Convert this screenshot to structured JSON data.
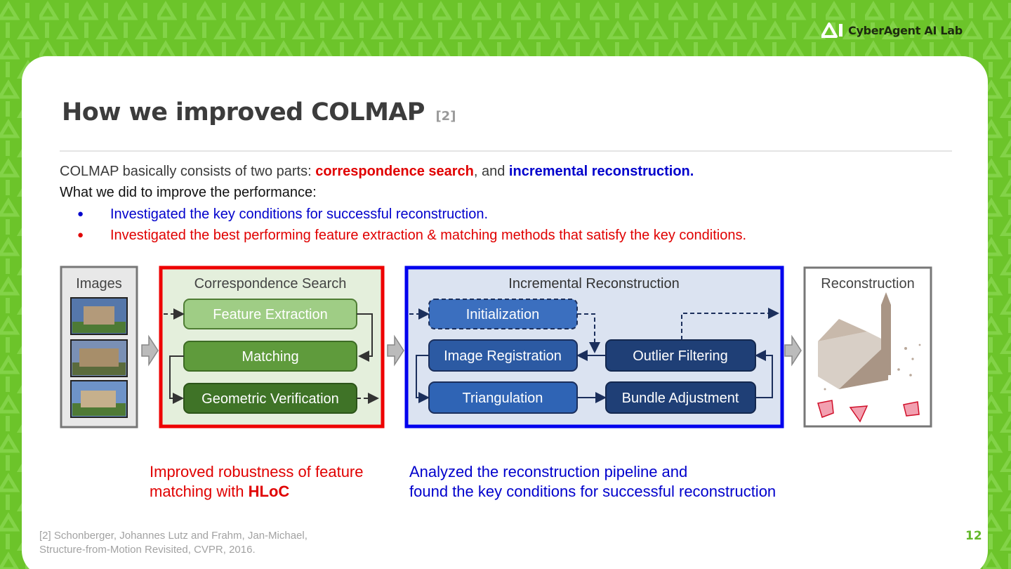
{
  "brand": {
    "name": "CyberAgent AI Lab"
  },
  "slide": {
    "title": "How we improved COLMAP",
    "title_ref": "[2]",
    "intro": {
      "prefix": "COLMAP basically consists of two parts: ",
      "part1": "correspondence search",
      "mid": ", and ",
      "part2": "incremental reconstruction."
    },
    "subhead": "What we did to improve the performance:",
    "bullets": [
      {
        "marker": "●",
        "text": "Investigated the key conditions for successful reconstruction.",
        "color": "#0000cc"
      },
      {
        "marker": "●",
        "text": "Investigated the best performing feature extraction & matching methods that satisfy the key conditions.",
        "color": "#e00000"
      }
    ],
    "notes": {
      "left_line1": "Improved robustness of feature",
      "left_line2_prefix": "matching with ",
      "left_line2_bold": "HLoC",
      "right_line1": "Analyzed the reconstruction pipeline and",
      "right_line2": "found the key conditions for successful reconstruction"
    },
    "footnote": {
      "line1": "[2] Schonberger, Johannes Lutz and Frahm, Jan-Michael,",
      "line2": "Structure-from-Motion Revisited, CVPR, 2016."
    },
    "page_number": "12"
  },
  "diagram": {
    "images_label": "Images",
    "correspondence": {
      "title": "Correspondence Search",
      "steps": [
        "Feature Extraction",
        "Matching",
        "Geometric Verification"
      ]
    },
    "incremental": {
      "title": "Incremental Reconstruction",
      "initialization": "Initialization",
      "image_registration": "Image Registration",
      "outlier_filtering": "Outlier Filtering",
      "triangulation": "Triangulation",
      "bundle_adjustment": "Bundle Adjustment"
    },
    "reconstruction_label": "Reconstruction"
  },
  "colors": {
    "accent_green": "#6cc42a",
    "red": "#e00000",
    "blue": "#0000cc"
  }
}
